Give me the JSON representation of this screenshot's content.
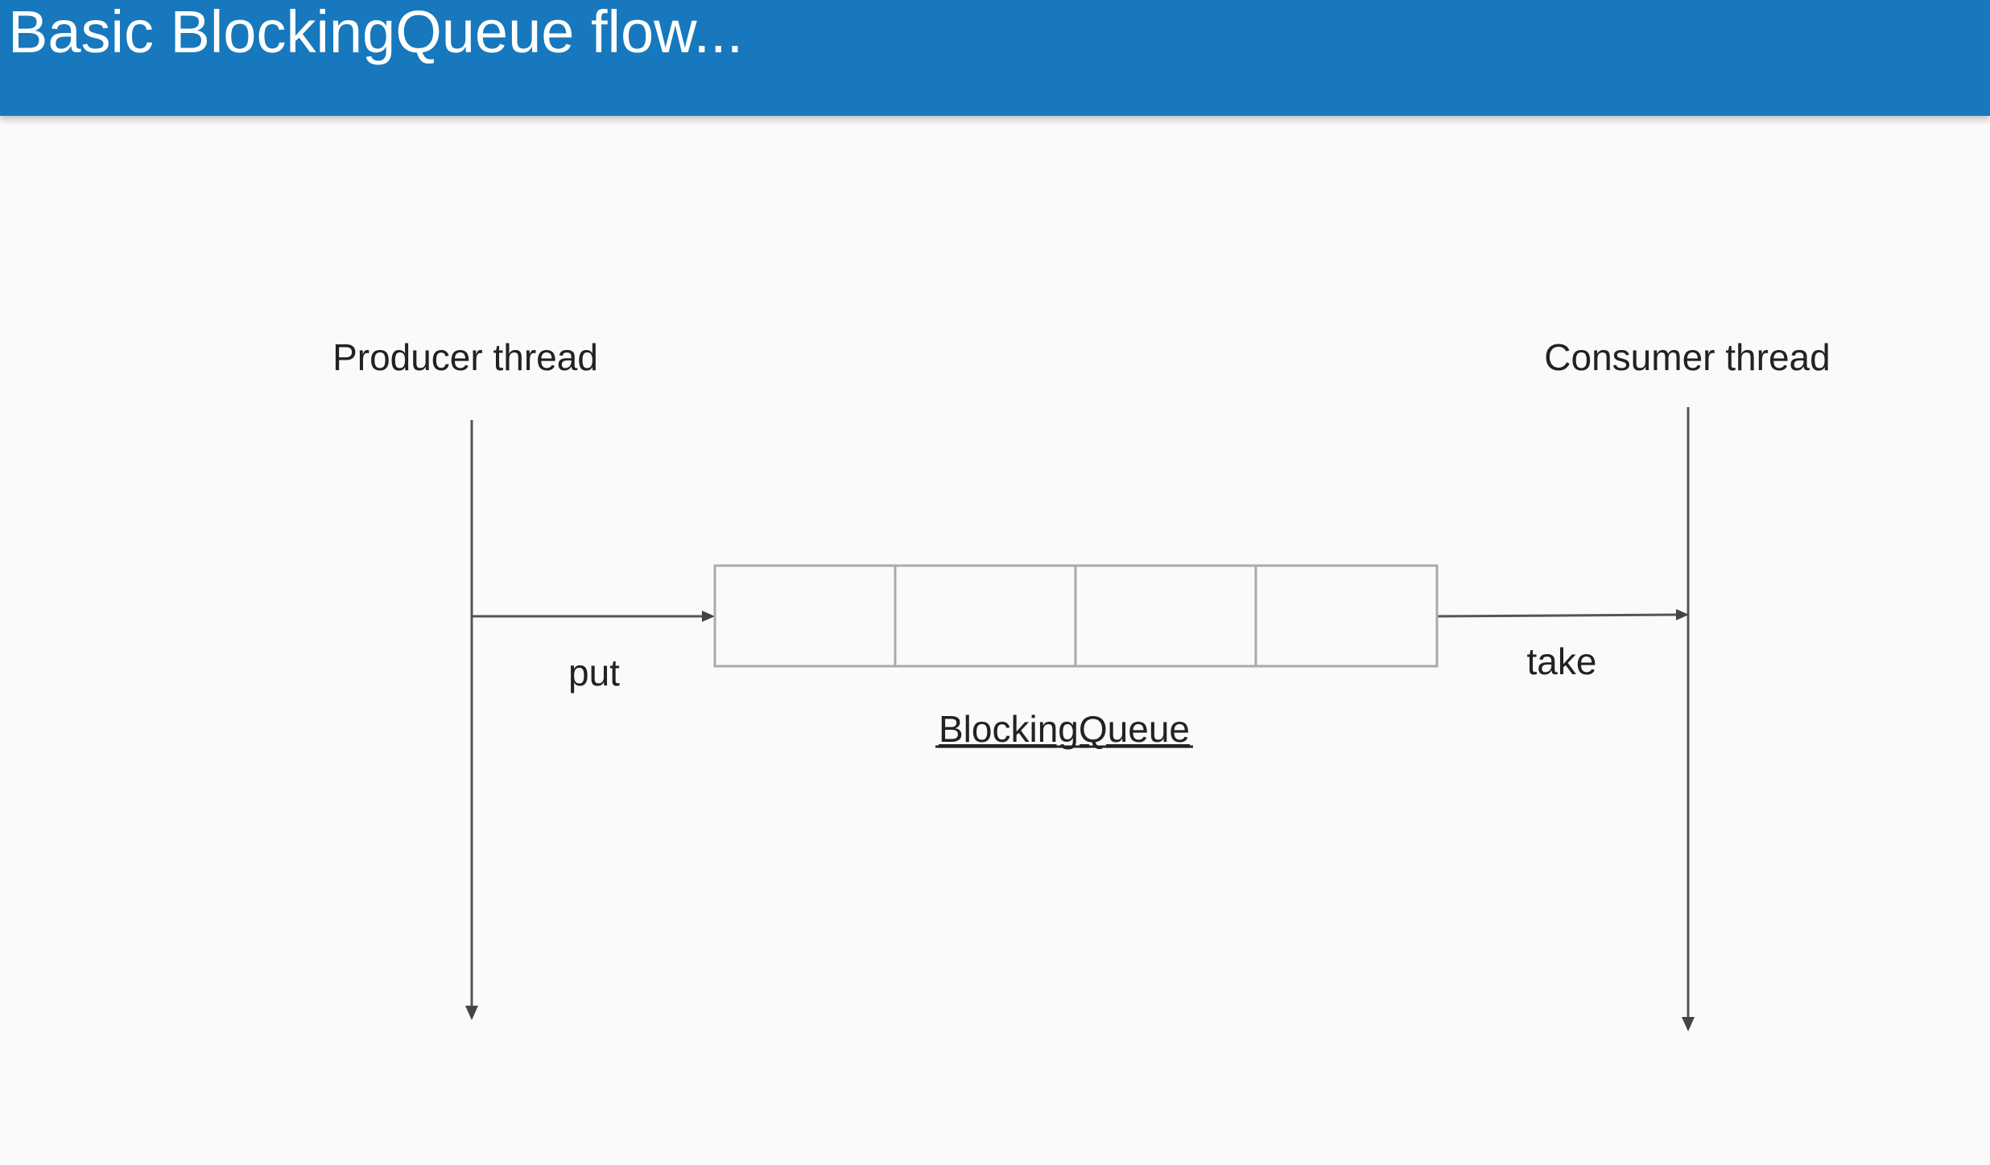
{
  "slide": {
    "title": "Basic BlockingQueue flow..."
  },
  "diagram": {
    "producer_label": "Producer thread",
    "consumer_label": "Consumer thread",
    "put_label": "put",
    "take_label": "take",
    "queue_label": "BlockingQueue",
    "queue_slots": 4
  },
  "colors": {
    "header_blue": "#1778bd",
    "background": "#fafafa",
    "line": "#555555",
    "queue_border": "#aaaaaa"
  }
}
